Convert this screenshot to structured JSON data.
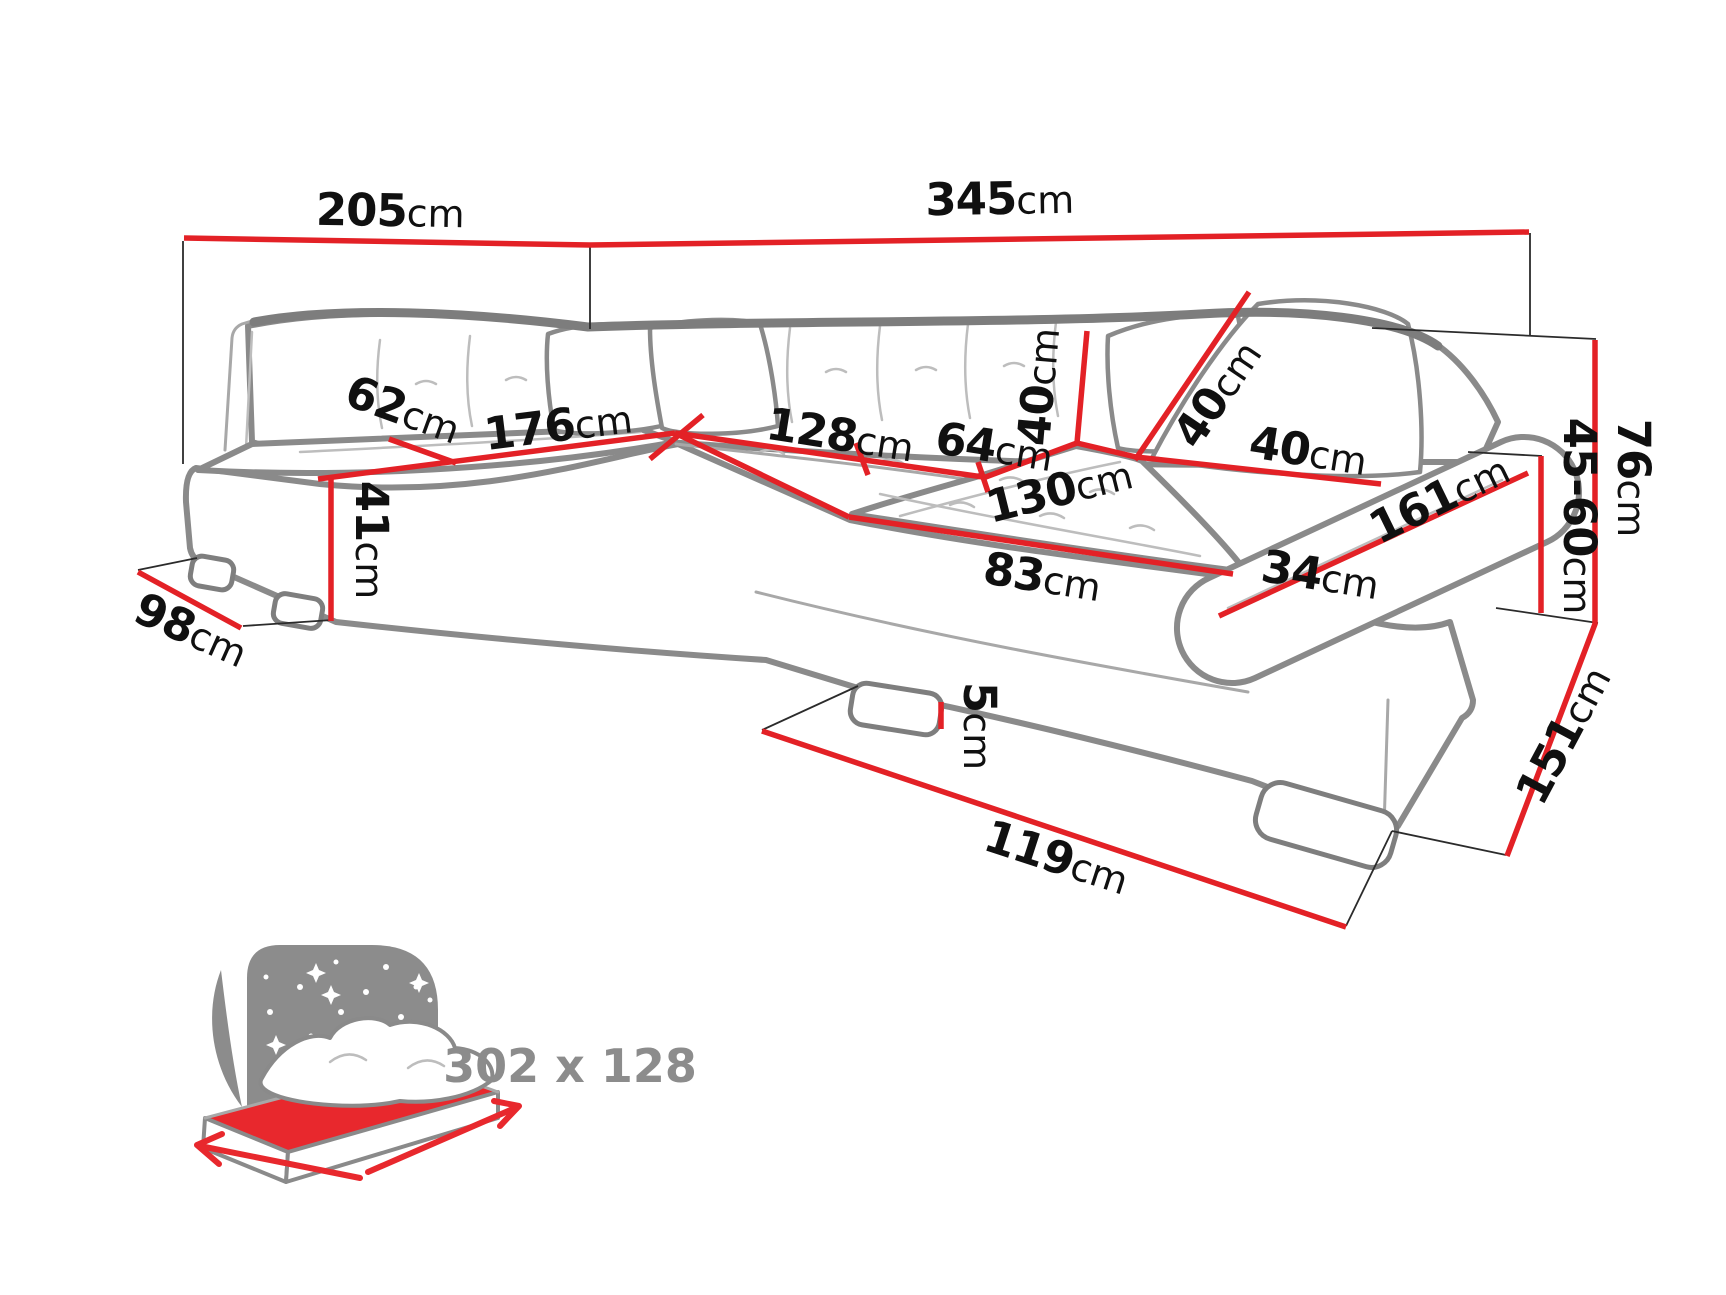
{
  "diagram_title": "corner-sofa-dimensions",
  "dims": {
    "w205": {
      "v": "205",
      "u": "cm"
    },
    "w345": {
      "v": "345",
      "u": "cm"
    },
    "d62": {
      "v": "62",
      "u": "cm"
    },
    "d176": {
      "v": "176",
      "u": "cm"
    },
    "d128": {
      "v": "128",
      "u": "cm"
    },
    "d64": {
      "v": "64",
      "u": "cm"
    },
    "b40": {
      "v": "40",
      "u": "cm"
    },
    "p40": {
      "v": "40",
      "u": "cm"
    },
    "s40": {
      "v": "40",
      "u": "cm"
    },
    "h41": {
      "v": "41",
      "u": "cm"
    },
    "d98": {
      "v": "98",
      "u": "cm"
    },
    "d130": {
      "v": "130",
      "u": "cm"
    },
    "d83": {
      "v": "83",
      "u": "cm"
    },
    "d34": {
      "v": "34",
      "u": "cm"
    },
    "d161": {
      "v": "161",
      "u": "cm"
    },
    "h76": {
      "v": "76",
      "u": "cm"
    },
    "h4560": {
      "v": "45-60",
      "u": "cm"
    },
    "d151": {
      "v": "151",
      "u": "cm"
    },
    "leg5": {
      "v": "5",
      "u": "cm"
    },
    "d119": {
      "v": "119",
      "u": "cm"
    }
  },
  "sleeping_area": {
    "label": "302 x 128"
  },
  "colors": {
    "dimension_red": "#e32126",
    "outline_gray": "#8a8a8a",
    "label_black": "#101010",
    "icon_gray": "#8c8c8c",
    "icon_red": "#e8282d"
  }
}
